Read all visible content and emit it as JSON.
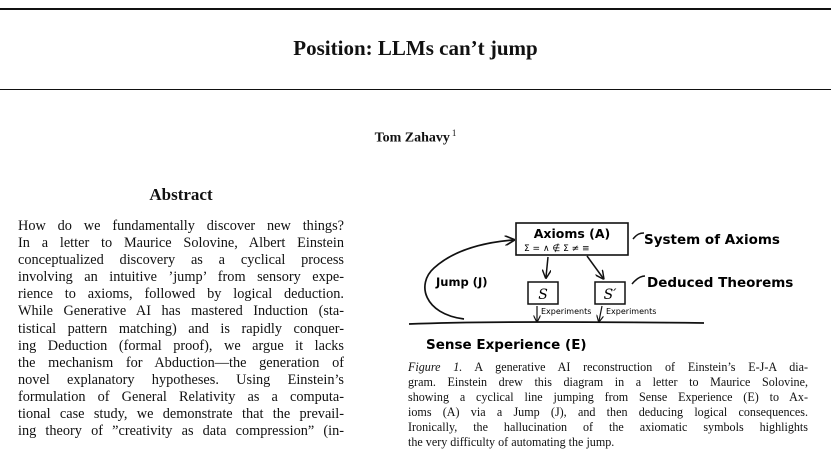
{
  "paper": {
    "title": "Position: LLMs can’t jump",
    "author": "Tom Zahavy",
    "author_affil": "1"
  },
  "abstract": {
    "heading": "Abstract",
    "lines": [
      "How do we fundamentally discover new things?",
      "In a letter to Maurice Solovine, Albert Einstein",
      "conceptualized discovery as a cyclical process",
      "involving an intuitive ’jump’ from sensory expe-",
      "rience to axioms, followed by logical deduction.",
      "While Generative AI has mastered Induction (sta-",
      "tistical pattern matching) and is rapidly conquer-",
      "ing Deduction (formal proof), we argue it lacks",
      "the mechanism for Abduction—the generation of",
      "novel explanatory hypotheses. Using Einstein’s",
      "formulation of General Relativity as a computa-",
      "tional case study, we demonstrate that the prevail-",
      "ing theory of ”creativity as data compression” (in-"
    ]
  },
  "figure": {
    "axioms_label": "Axioms (A)",
    "axioms_symbols": "Σ = ∧ ∉ Σ ≠ ≡",
    "system_label": "System of Axioms",
    "jump_label": "Jump (J)",
    "deduced_label": "Deduced Theorems",
    "s_label": "S",
    "s_prime_label": "S′",
    "experiments_1": "Experiments",
    "experiments_2": "Experiments",
    "sense_label": "Sense Experience (E)",
    "caption_label": "Figure 1.",
    "caption_lines": [
      "A generative AI reconstruction of Einstein’s E-J-A dia-",
      "gram. Einstein drew this diagram in a letter to Maurice Solovine,",
      "showing a cyclical line jumping from Sense Experience (E) to Ax-",
      "ioms (A) via a Jump (J), and then deducing logical consequences.",
      "Ironically, the hallucination of the axiomatic symbols highlights",
      "the very difficulty of automating the jump."
    ]
  }
}
